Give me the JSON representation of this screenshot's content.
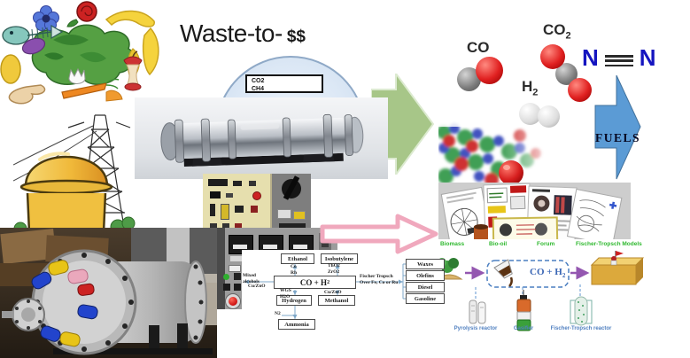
{
  "title": {
    "main": "Waste-to-",
    "suffix": "$$"
  },
  "feed_gas_box": {
    "line1": "CO2",
    "line2": "CH4"
  },
  "molecules": {
    "co_label": "CO",
    "co2_label": {
      "base": "CO",
      "sub": "2"
    },
    "h2_label": {
      "base": "H",
      "sub": "2"
    },
    "n2": {
      "left": "N",
      "right": "N"
    }
  },
  "fuels_label": "FUELS",
  "syngas_flowchart": {
    "ethanol": "Ethanol",
    "isobutylene": "Isobutylene",
    "center": {
      "base": "CO + H",
      "sub": "2"
    },
    "cat_ethanol": "Co\nRh",
    "cat_isobutylene": "ThO2\nZrO2",
    "left_product": "Mixed alcohols",
    "left_catalyst": "Cu/ZnO",
    "ft_route": "Fischer Tropsch\nOver Fe, Co or Ru",
    "fuel_products": [
      "Waxes",
      "Olefins",
      "Diesel",
      "Gasoline"
    ],
    "hydrogen": "Hydrogen",
    "methanol": "Methanol",
    "cat_hydrogen": "WGS\nH2O",
    "cat_methanol": "Cu/ZnO",
    "ammonia": "Ammonia",
    "ammonia_reagent": "N2"
  },
  "publications": {
    "labels": [
      "Biomass",
      "Bio-oil",
      "Forum",
      "Fischer-Tropsch Models"
    ]
  },
  "pathway": {
    "syngas": {
      "base": "CO + H",
      "sub": "2"
    },
    "equipment_labels": [
      "Pyrolysis reactor",
      "Gasifier",
      "Fischer-Tropsch reactor"
    ]
  },
  "colors": {
    "accent_green": "#a7c688",
    "accent_blue": "#5b9bd5",
    "accent_pink": "#f0a8bd",
    "n2_blue": "#1515c0",
    "label_green": "#2eb82e",
    "label_blue": "#4f7fc0"
  }
}
